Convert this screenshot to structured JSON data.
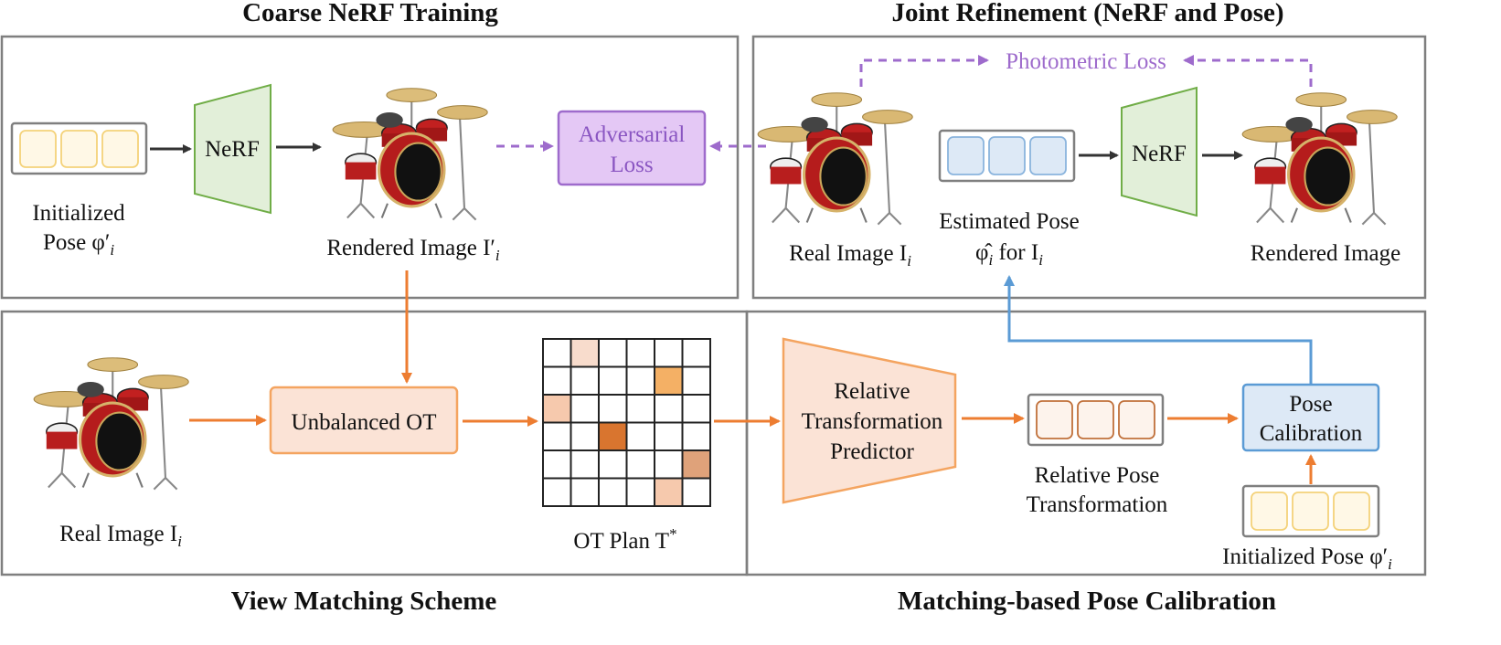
{
  "panels": {
    "coarse": {
      "title": "Coarse NeRF Training"
    },
    "joint": {
      "title": "Joint Refinement (NeRF and Pose)"
    },
    "view": {
      "title": "View Matching Scheme"
    },
    "calib": {
      "title": "Matching-based Pose Calibration"
    }
  },
  "labels": {
    "nerf": "NeRF",
    "adversarial_1": "Adversarial",
    "adversarial_2": "Loss",
    "photometric": "Photometric Loss",
    "init_pose_1": "Initialized",
    "init_pose_2": "Pose φ′",
    "sub_i": "i",
    "rendered_image_prime": "Rendered Image I′",
    "real_image": "Real Image I",
    "estimated_pose_1": "Estimated Pose",
    "estimated_pose_2": "φ̂",
    "for_i": " for I",
    "rendered_image": "Rendered Image",
    "unbalanced_ot": "Unbalanced OT",
    "ot_plan": "OT Plan T",
    "ot_star": "*",
    "rtp_1": "Relative",
    "rtp_2": "Transformation",
    "rtp_3": "Predictor",
    "rel_pose_1": "Relative Pose",
    "rel_pose_2": "Transformation",
    "pose_cal_1": "Pose",
    "pose_cal_2": "Calibration",
    "init_pose_full": "Initialized Pose φ′"
  },
  "icons": {
    "drum": "drum-kit-image",
    "arrow": "arrow-icon"
  },
  "colors": {
    "panel_border": "#7f7f7f",
    "orange": "#ed7d31",
    "blue": "#5b9bd5",
    "purple": "#9e6bcc",
    "green_fill": "#e2efd9",
    "green_stroke": "#70ad47",
    "yellow_fill": "#fff8e6",
    "yellow_stroke": "#f4d27a"
  },
  "ot_plan": {
    "rows": 6,
    "cols": 6,
    "highlights": [
      {
        "row": 0,
        "col": 1,
        "color": "#f8dccc"
      },
      {
        "row": 1,
        "col": 4,
        "color": "#f4b065"
      },
      {
        "row": 2,
        "col": 0,
        "color": "#f6c9ad"
      },
      {
        "row": 3,
        "col": 2,
        "color": "#d9752f"
      },
      {
        "row": 4,
        "col": 5,
        "color": "#dfa27a"
      },
      {
        "row": 5,
        "col": 4,
        "color": "#f6c9ad"
      }
    ]
  }
}
